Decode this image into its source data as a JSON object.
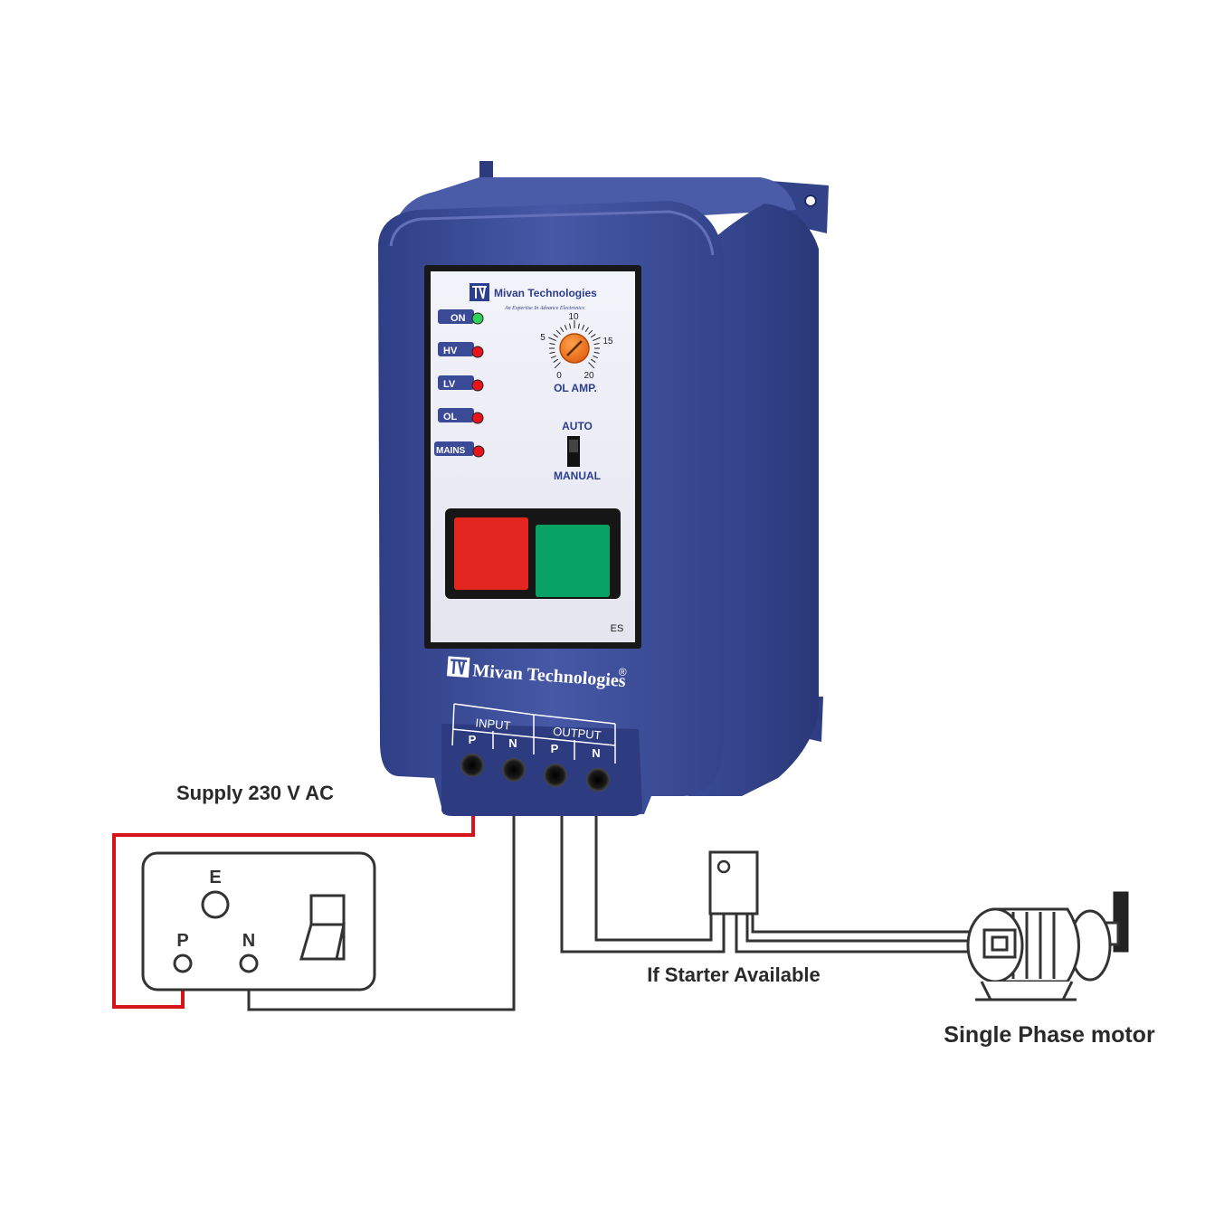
{
  "diagram": {
    "supply_label": "Supply 230 V AC",
    "starter_label": "If Starter Available",
    "motor_label": "Single Phase motor"
  },
  "socket": {
    "earth": "E",
    "phase": "P",
    "neutral": "N"
  },
  "panel": {
    "brand": "Mivan Technologies",
    "tagline": "An Expertise In Advance Electronics",
    "model": "ES",
    "leds": [
      {
        "label": "ON",
        "color": "#2fd15a"
      },
      {
        "label": "HV",
        "color": "#e8141b"
      },
      {
        "label": "LV",
        "color": "#e8141b"
      },
      {
        "label": "OL",
        "color": "#e8141b"
      },
      {
        "label": "MAINS",
        "color": "#e8141b"
      }
    ],
    "dial": {
      "label": "OL AMP.",
      "ticks": [
        "0",
        "5",
        "10",
        "15",
        "20"
      ],
      "knob_color": "#f47b20"
    },
    "switch": {
      "top": "AUTO",
      "bottom": "MANUAL"
    },
    "buttons": {
      "stop_color": "#e3261f",
      "start_color": "#08a265"
    }
  },
  "enclosure": {
    "brand": "Mivan Technologies",
    "registered": "®",
    "body_color": "#3b4f9a",
    "terminals": {
      "input_label": "INPUT",
      "output_label": "OUTPUT",
      "input_p": "P",
      "input_n": "N",
      "output_p": "P",
      "output_n": "N"
    }
  },
  "wires": {
    "phase_color": "#d7141a",
    "neutral_color": "#333333"
  }
}
